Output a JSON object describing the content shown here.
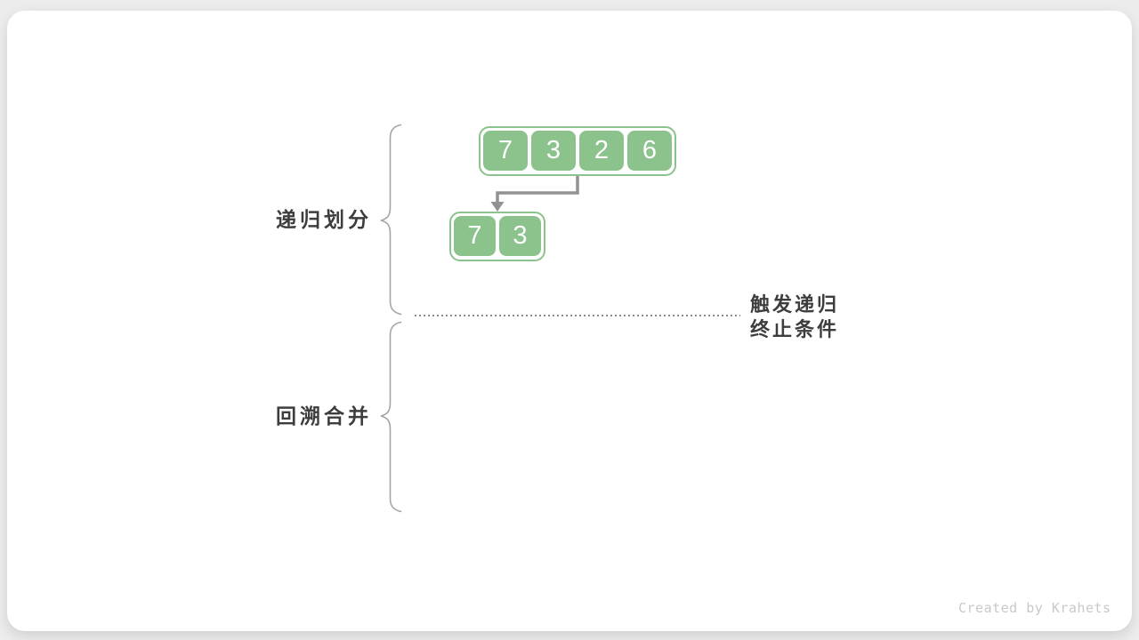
{
  "labels": {
    "recursive_divide": "递归划分",
    "backtrack_merge": "回溯合并",
    "termination_line1": "触发递归",
    "termination_line2": "终止条件"
  },
  "arrays": {
    "level1": {
      "values": [
        "7",
        "3",
        "2",
        "6"
      ]
    },
    "level2": {
      "values": [
        "7",
        "3"
      ]
    }
  },
  "watermark": "Created by Krahets",
  "colors": {
    "cell_green": "#8cc28c",
    "cell_text": "#ffffff",
    "label_dark": "#3d3d3d",
    "brace_gray": "#a6a6a6",
    "arrow_gray": "#929292",
    "dotted_gray": "#8a8a8a",
    "watermark_gray": "#c9c9c9",
    "card_bg": "#ffffff",
    "page_bg": "#ececec"
  }
}
